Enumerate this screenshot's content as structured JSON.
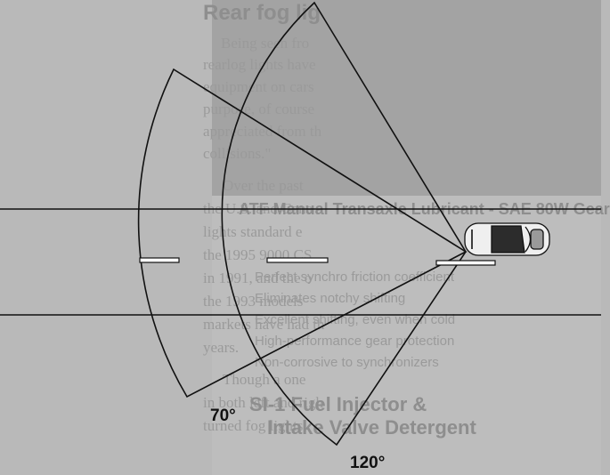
{
  "diagram": {
    "angle_narrow": "70°",
    "angle_wide": "120°"
  },
  "background_text": {
    "heading": "Rear fog lig",
    "column_lines": [
      "Being seen fro",
      "rearlog lights have",
      "equipment on cars",
      "purpose, of course",
      "appreciated from th",
      "collisions.\"",
      "Over the past",
      "the U.S. and Cana",
      "lights standard e",
      "the 1995 9000 CS",
      "in 1991, and the o",
      "the 1993 models",
      "markets have had th",
      "years.",
      "Though a one",
      "in both left and righ",
      "turned fog lights"
    ],
    "gear_lube_heading": "ATF Manual Transaxle Lubricant - SAE 80W Gear",
    "gear_lube_bullets": [
      "Perfect synchro friction coefficient",
      "Eliminates notchy shifting",
      "Excellent shifting, even when cold",
      "High-performance gear protection",
      "Non-corrosive to synchronizers"
    ],
    "injector_heading_1": "SI-1 Fuel Injector &",
    "injector_heading_2": "Intake Valve Detergent"
  }
}
